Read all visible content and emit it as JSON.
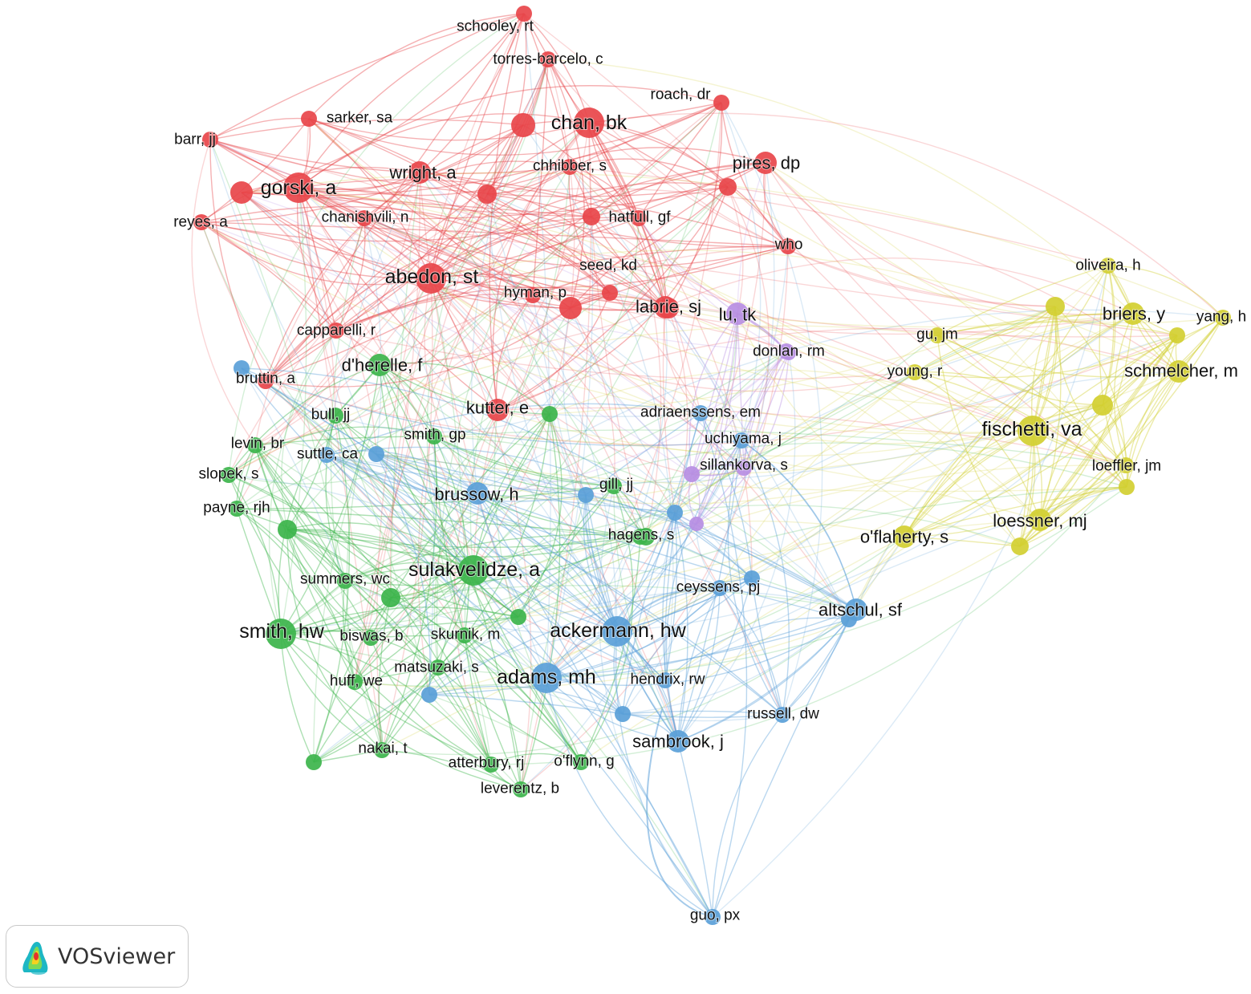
{
  "brand": {
    "name": "VOSviewer"
  },
  "clusters": {
    "red": "#e8454a",
    "green": "#3cb44b",
    "blue": "#5a9fd8",
    "yellow": "#d2cf31",
    "purple": "#b78ee3"
  },
  "nodes": [
    {
      "label": "schooley, rt",
      "cluster": "red",
      "weight": 1
    },
    {
      "label": "torres-barcelo, c",
      "cluster": "red",
      "weight": 1
    },
    {
      "label": "roach, dr",
      "cluster": "red",
      "weight": 1
    },
    {
      "label": "sarker, sa",
      "cluster": "red",
      "weight": 1
    },
    {
      "label": "chan, bk",
      "cluster": "red",
      "weight": 3
    },
    {
      "label": "barr, jj",
      "cluster": "red",
      "weight": 1
    },
    {
      "label": "gorski, a",
      "cluster": "red",
      "weight": 3
    },
    {
      "label": "wright, a",
      "cluster": "red",
      "weight": 2
    },
    {
      "label": "chhibber, s",
      "cluster": "red",
      "weight": 1
    },
    {
      "label": "pires, dp",
      "cluster": "red",
      "weight": 2
    },
    {
      "label": "reyes, a",
      "cluster": "red",
      "weight": 1
    },
    {
      "label": "chanishvili, n",
      "cluster": "red",
      "weight": 1
    },
    {
      "label": "hatfull, gf",
      "cluster": "red",
      "weight": 1
    },
    {
      "label": "who",
      "cluster": "red",
      "weight": 1
    },
    {
      "label": "abedon, st",
      "cluster": "red",
      "weight": 3
    },
    {
      "label": "seed, kd",
      "cluster": "red",
      "weight": 1
    },
    {
      "label": "hyman, p",
      "cluster": "red",
      "weight": 1
    },
    {
      "label": "labrie, sj",
      "cluster": "red",
      "weight": 2
    },
    {
      "label": "capparelli, r",
      "cluster": "red",
      "weight": 1
    },
    {
      "label": "bruttin, a",
      "cluster": "red",
      "weight": 1
    },
    {
      "label": "kutter, e",
      "cluster": "red",
      "weight": 2
    },
    {
      "label": "lu, tk",
      "cluster": "purple",
      "weight": 2
    },
    {
      "label": "donlan, rm",
      "cluster": "purple",
      "weight": 1
    },
    {
      "label": "sillankorva, s",
      "cluster": "purple",
      "weight": 1
    },
    {
      "label": "d'herelle, f",
      "cluster": "green",
      "weight": 2
    },
    {
      "label": "bull, jj",
      "cluster": "green",
      "weight": 1
    },
    {
      "label": "levin, br",
      "cluster": "green",
      "weight": 1
    },
    {
      "label": "smith, gp",
      "cluster": "green",
      "weight": 1
    },
    {
      "label": "slopek, s",
      "cluster": "green",
      "weight": 1
    },
    {
      "label": "payne, rjh",
      "cluster": "green",
      "weight": 1
    },
    {
      "label": "gill, jj",
      "cluster": "green",
      "weight": 1
    },
    {
      "label": "hagens, s",
      "cluster": "green",
      "weight": 1
    },
    {
      "label": "sulakvelidze, a",
      "cluster": "green",
      "weight": 3
    },
    {
      "label": "summers, wc",
      "cluster": "green",
      "weight": 1
    },
    {
      "label": "smith, hw",
      "cluster": "green",
      "weight": 3
    },
    {
      "label": "biswas, b",
      "cluster": "green",
      "weight": 1
    },
    {
      "label": "skurnik, m",
      "cluster": "green",
      "weight": 1
    },
    {
      "label": "matsuzaki, s",
      "cluster": "green",
      "weight": 1
    },
    {
      "label": "huff, we",
      "cluster": "green",
      "weight": 1
    },
    {
      "label": "nakai, t",
      "cluster": "green",
      "weight": 1
    },
    {
      "label": "atterbury, rj",
      "cluster": "green",
      "weight": 1
    },
    {
      "label": "o'flynn, g",
      "cluster": "green",
      "weight": 1
    },
    {
      "label": "leverentz, b",
      "cluster": "green",
      "weight": 1
    },
    {
      "label": "adriaenssens, em",
      "cluster": "blue",
      "weight": 1
    },
    {
      "label": "uchiyama, j",
      "cluster": "blue",
      "weight": 1
    },
    {
      "label": "suttle, ca",
      "cluster": "blue",
      "weight": 1
    },
    {
      "label": "brussow, h",
      "cluster": "blue",
      "weight": 2
    },
    {
      "label": "ceyssens, pj",
      "cluster": "blue",
      "weight": 1
    },
    {
      "label": "altschul, sf",
      "cluster": "blue",
      "weight": 2
    },
    {
      "label": "ackermann, hw",
      "cluster": "blue",
      "weight": 3
    },
    {
      "label": "adams, mh",
      "cluster": "blue",
      "weight": 3
    },
    {
      "label": "hendrix, rw",
      "cluster": "blue",
      "weight": 1
    },
    {
      "label": "russell, dw",
      "cluster": "blue",
      "weight": 1
    },
    {
      "label": "sambrook, j",
      "cluster": "blue",
      "weight": 2
    },
    {
      "label": "guo, px",
      "cluster": "blue",
      "weight": 1
    },
    {
      "label": "oliveira, h",
      "cluster": "yellow",
      "weight": 1
    },
    {
      "label": "briers, y",
      "cluster": "yellow",
      "weight": 2
    },
    {
      "label": "yang, h",
      "cluster": "yellow",
      "weight": 1
    },
    {
      "label": "gu, jm",
      "cluster": "yellow",
      "weight": 1
    },
    {
      "label": "young, r",
      "cluster": "yellow",
      "weight": 1
    },
    {
      "label": "schmelcher, m",
      "cluster": "yellow",
      "weight": 2
    },
    {
      "label": "fischetti, va",
      "cluster": "yellow",
      "weight": 3
    },
    {
      "label": "loeffler, jm",
      "cluster": "yellow",
      "weight": 1
    },
    {
      "label": "loessner, mj",
      "cluster": "yellow",
      "weight": 2
    },
    {
      "label": "o'flaherty, s",
      "cluster": "yellow",
      "weight": 2
    }
  ]
}
